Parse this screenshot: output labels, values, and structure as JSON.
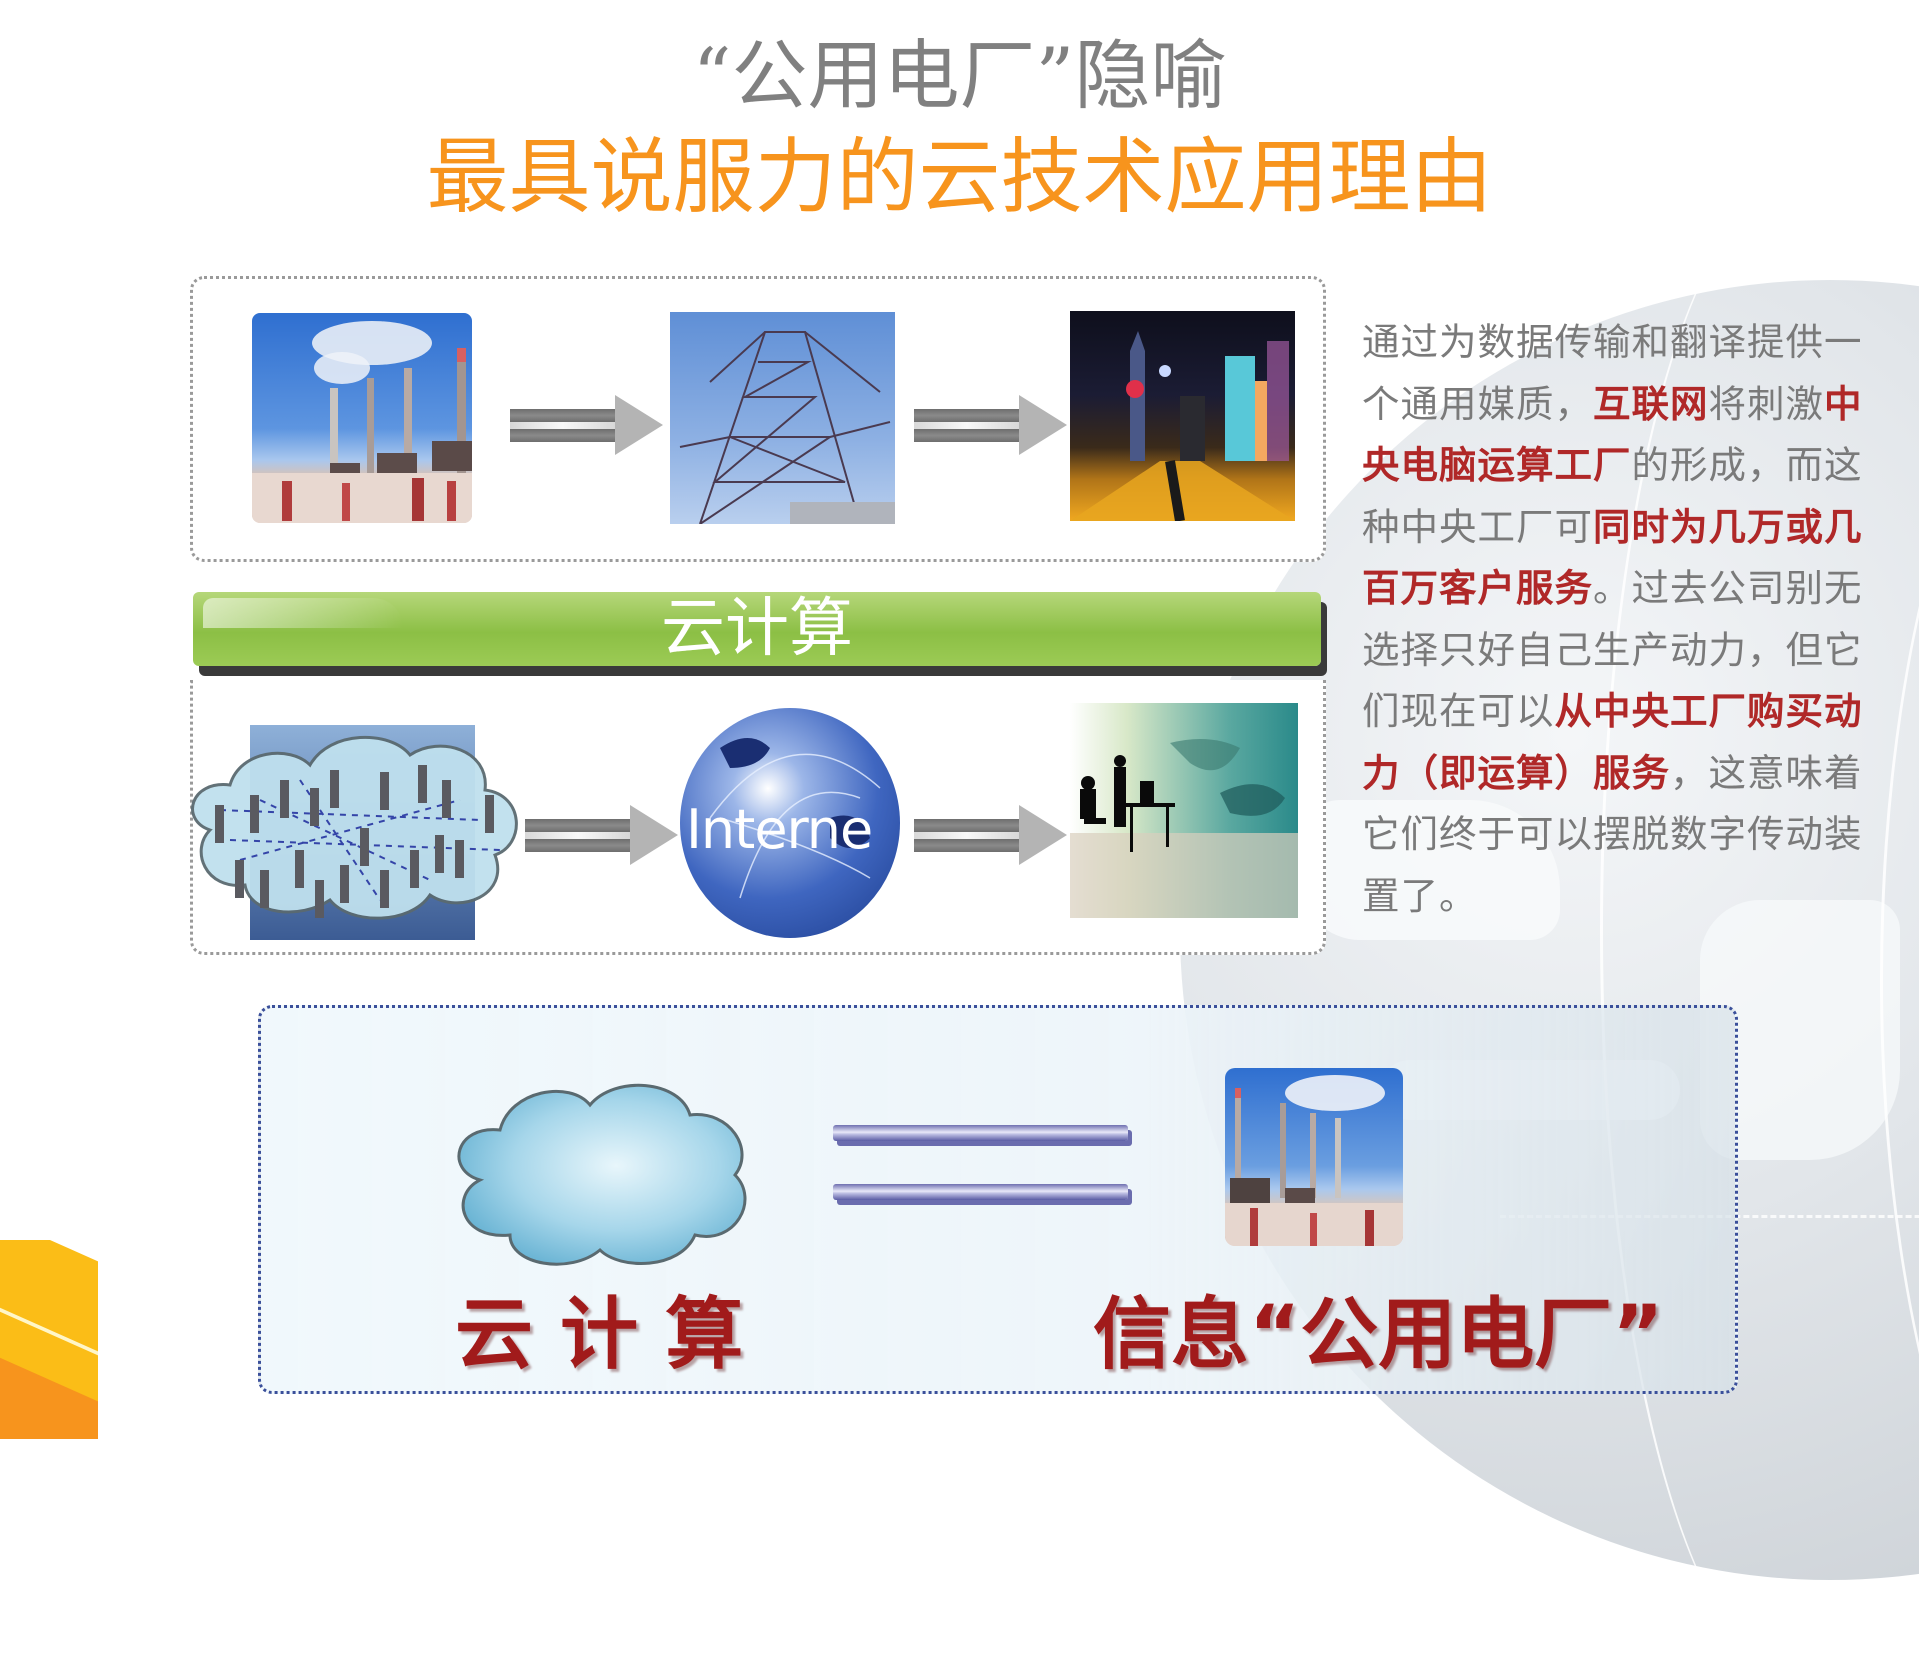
{
  "title": {
    "line1": "“公用电厂”隐喻",
    "line2": "最具说服力的云技术应用理由",
    "line1_color": "#808080",
    "line2_color": "#f7941d"
  },
  "top_flow": {
    "images": [
      {
        "name": "power-plant-photo",
        "alt": "发电厂"
      },
      {
        "name": "transmission-tower-photo",
        "alt": "输电塔"
      },
      {
        "name": "city-night-photo",
        "alt": "城市夜景"
      }
    ],
    "arrows": 2
  },
  "banner": {
    "label": "云计算",
    "color": "#8cbf45"
  },
  "bottom_flow": {
    "images": [
      {
        "name": "server-cloud-image",
        "alt": "服务器云"
      },
      {
        "name": "internet-globe-image",
        "alt": "Internet",
        "text": "Interne"
      },
      {
        "name": "office-worker-world-map-image",
        "alt": "办公用户"
      }
    ],
    "arrows": 2
  },
  "description": {
    "segments": [
      {
        "text": "通过为数据传输和翻译提供一个通用媒质，",
        "highlight": false
      },
      {
        "text": "互联网",
        "highlight": true
      },
      {
        "text": "将刺激",
        "highlight": false
      },
      {
        "text": "中央电脑运算工厂",
        "highlight": true
      },
      {
        "text": "的形成，而这种中央工厂可",
        "highlight": false
      },
      {
        "text": "同时为几万或几百万客户服务",
        "highlight": true
      },
      {
        "text": "。过去公司别无选择只好自己生产动力，但它们现在可以",
        "highlight": false
      },
      {
        "text": "从中央工厂购买动力（即运算）服务",
        "highlight": true
      },
      {
        "text": "，这意味着它们终于可以摆脱数字传动装置了。",
        "highlight": false
      }
    ],
    "text_color": "#7a7a7a",
    "highlight_color": "#b02828"
  },
  "equation": {
    "left_label": "云 计 算",
    "right_label": "信息“公用电厂”",
    "operator": "=",
    "label_color": "#a11b1b"
  }
}
